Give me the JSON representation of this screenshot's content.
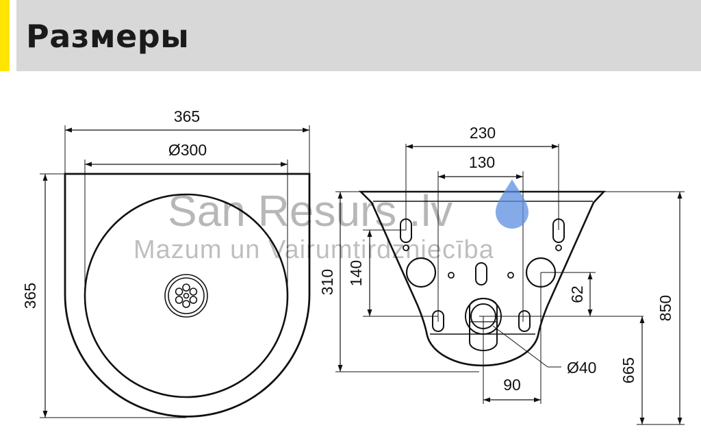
{
  "header": {
    "title": "Размеры",
    "accent_color": "#ffe500",
    "background_color": "#d8d8d8"
  },
  "top_view": {
    "width_label": "365",
    "bowl_diameter_label": "Ø300",
    "depth_label": "365"
  },
  "side_view": {
    "mount_width_label": "230",
    "hole_spacing_label": "130",
    "height_label": "310",
    "hole_vertical_label": "140",
    "offset_label": "62",
    "drain_diameter_label": "Ø40",
    "drain_offset_label": "90",
    "drain_height_label": "665",
    "rim_height_label": "850"
  },
  "watermark": {
    "brand": "San Resurs .lv",
    "tagline": "Mazum un Vairumtirdzniecība",
    "drop_color": "#5b8fe0"
  }
}
